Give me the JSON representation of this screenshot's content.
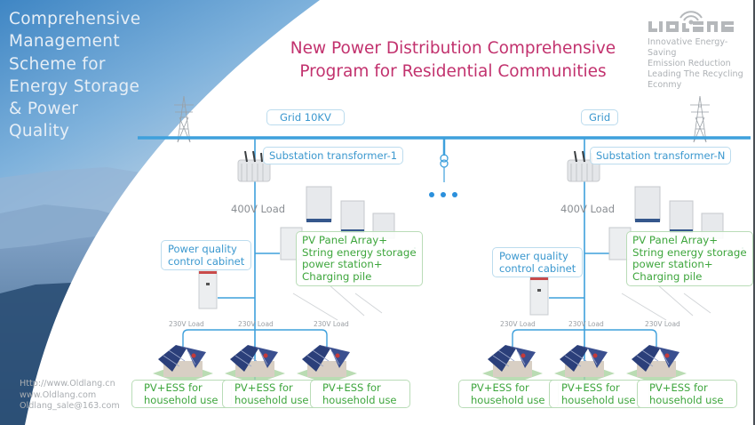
{
  "side_title": "Comprehensive\nManagement\nScheme for\nEnergy Storage\n& Power\nQuality",
  "main_title": {
    "line1": "New Power Distribution Comprehensive",
    "line2": "Program for Residential Communities"
  },
  "logo": {
    "wordmark": "OLDLANG",
    "tagline": [
      "Innovative Energy-Saving",
      "Emission Reduction",
      "Leading The Recycling",
      "Econmy"
    ]
  },
  "contact": [
    "Http://www.Oldlang.cn",
    "www.Oldlang.com",
    "Oldlang_sale@163.com"
  ],
  "grid": {
    "left_label": "Grid  10KV",
    "right_label": "Grid"
  },
  "sections": [
    {
      "transformer_label": "Substation transformer-1",
      "load_400": "400V  Load",
      "pq_cabinet": [
        "Power quality",
        "control cabinet"
      ],
      "pv_station": [
        "PV Panel Array+",
        "String energy storage",
        "power station+",
        "Charging pile"
      ],
      "loads_230": [
        "230V  Load",
        "230V  Load",
        "230V  Load"
      ],
      "households": [
        [
          "PV+ESS for",
          "household use"
        ],
        [
          "PV+ESS for",
          "household use"
        ],
        [
          "PV+ESS for",
          "household use"
        ]
      ]
    },
    {
      "transformer_label": "Substation transformer-N",
      "load_400": "400V  Load",
      "pq_cabinet": [
        "Power quality",
        "control cabinet"
      ],
      "pv_station": [
        "PV Panel Array+",
        "String energy storage",
        "power station+",
        "Charging pile"
      ],
      "loads_230": [
        "230V  Load",
        "230V  Load",
        "230V  Load"
      ],
      "households": [
        [
          "PV+ESS for",
          "household use"
        ],
        [
          "PV+ESS for",
          "household use"
        ],
        [
          "PV+ESS for",
          "household use"
        ]
      ]
    }
  ],
  "ellipsis_symbol": "• • •",
  "colors": {
    "title": "#c2326e",
    "bus_line": "#3ea0dc",
    "box_blue_text": "#3b98cf",
    "box_green_text": "#3ea63d"
  }
}
